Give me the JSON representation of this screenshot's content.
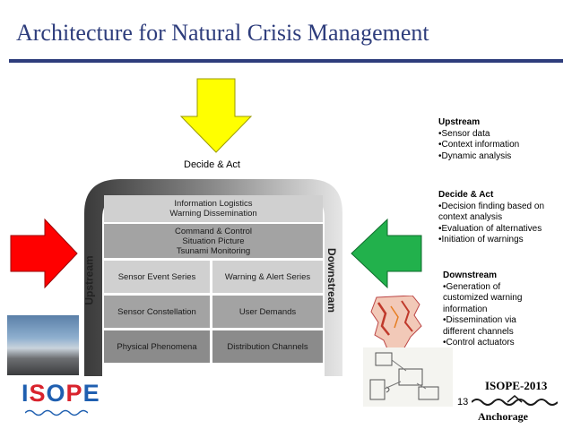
{
  "title": "Architecture for Natural Crisis Management",
  "decide_label": "Decide & Act",
  "upstream_panel": {
    "heading": "Upstream",
    "items": [
      "•Sensor data",
      "•Context information",
      "•Dynamic analysis"
    ]
  },
  "decide_panel": {
    "heading": "Decide & Act",
    "items": [
      "•Decision finding based on",
      "context analysis",
      "•Evaluation of alternatives",
      "•Initiation of warnings"
    ]
  },
  "downstream_panel": {
    "heading": "Downstream",
    "items": [
      "•Generation of",
      "customized warning",
      "information",
      "•Dissemination via",
      "different channels",
      "•Control actuators"
    ]
  },
  "frame": {
    "upstream_label": "Upstream",
    "downstream_label": "Downstream",
    "row1": [
      "Information Logistics",
      "Warning Dissemination"
    ],
    "row2": [
      "Command & Control",
      "Situation Picture",
      "Tsunami Monitoring"
    ],
    "left_cells": [
      "Sensor Event Series",
      "Sensor Constellation",
      "Physical Phenomena"
    ],
    "right_cells": [
      "Warning & Alert Series",
      "User Demands",
      "Distribution Channels"
    ]
  },
  "logo_text": "ISOPE",
  "conference": "ISOPE-2013",
  "city": "Anchorage",
  "page_number": "13",
  "colors": {
    "title": "#2e3d7c",
    "arrow_top": "#ffff00",
    "arrow_left": "#ff0000",
    "arrow_right": "#22b14c",
    "logo_blue": "#1f5fb0",
    "logo_red": "#d9232d"
  }
}
